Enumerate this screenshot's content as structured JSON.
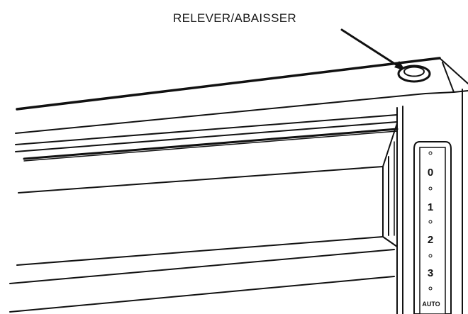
{
  "callout": {
    "label": "RELEVER/ABAISSER",
    "target": "raise-lower-button"
  },
  "control_panel": {
    "settings": [
      "0",
      "1",
      "2",
      "3",
      "AUTO"
    ]
  },
  "colors": {
    "line": "#111111",
    "fill": "#ffffff"
  }
}
